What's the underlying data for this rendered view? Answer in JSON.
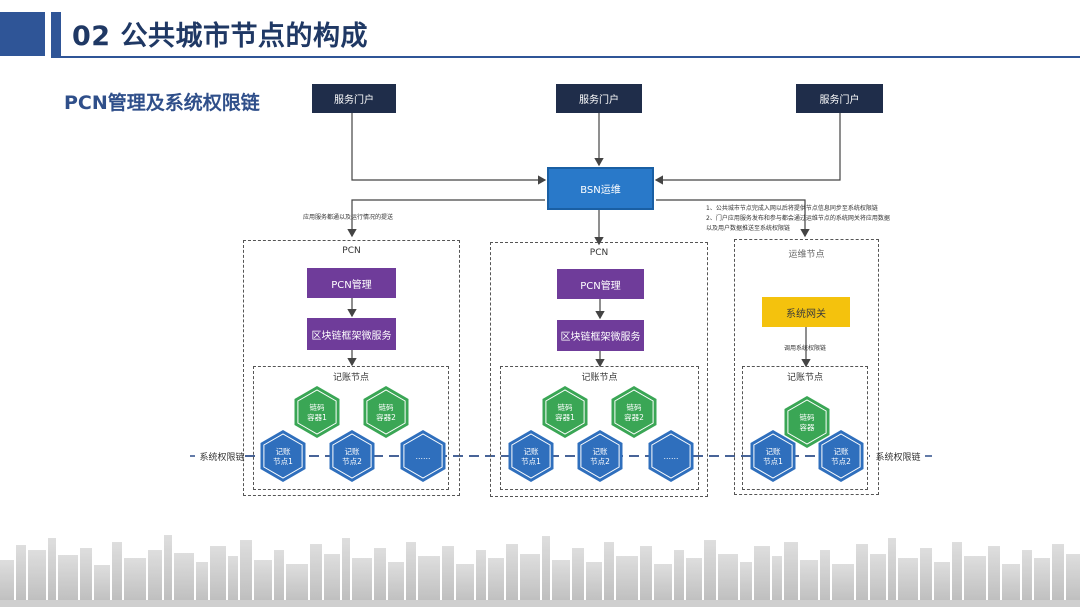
{
  "header": {
    "title": "02 公共城市节点的构成"
  },
  "section_title": "PCN管理及系统权限链",
  "portals": [
    "服务门户",
    "服务门户",
    "服务门户"
  ],
  "bsn": {
    "label": "BSN运维"
  },
  "left_note": "应用服务都通以及运行情况的提送",
  "right_notes": [
    "1、公共城市节点完成入网以后将提供节点信息同步至系统权限链",
    "2、门户应用服务发布和参与都会通过运维节点的系统网关将应用数据",
    "以及用户数据推送至系统权限链"
  ],
  "pcn": {
    "label": "PCN",
    "management": "PCN管理",
    "framework": "区块链框架微服务",
    "ledger_title": "记账节点",
    "chaincode": [
      "链码容器1",
      "链码容器2"
    ],
    "nodes": [
      "记账节点1",
      "记账节点2",
      "……"
    ]
  },
  "ops": {
    "label": "运维节点",
    "gateway": "系统网关",
    "call_label": "调用系统权限链",
    "ledger_title": "记账节点",
    "chaincode": "链码容器",
    "nodes": [
      "记账节点1",
      "记账节点2"
    ]
  },
  "chain_label": "系统权限链",
  "colors": {
    "title_blue": "#2f5597",
    "navy": "#1f2d4a",
    "bsn_blue": "#2979c9",
    "purple": "#6f3c9a",
    "yellow": "#f4c20d",
    "hex_green": "#3aa655",
    "hex_blue": "#2f6fbd"
  }
}
